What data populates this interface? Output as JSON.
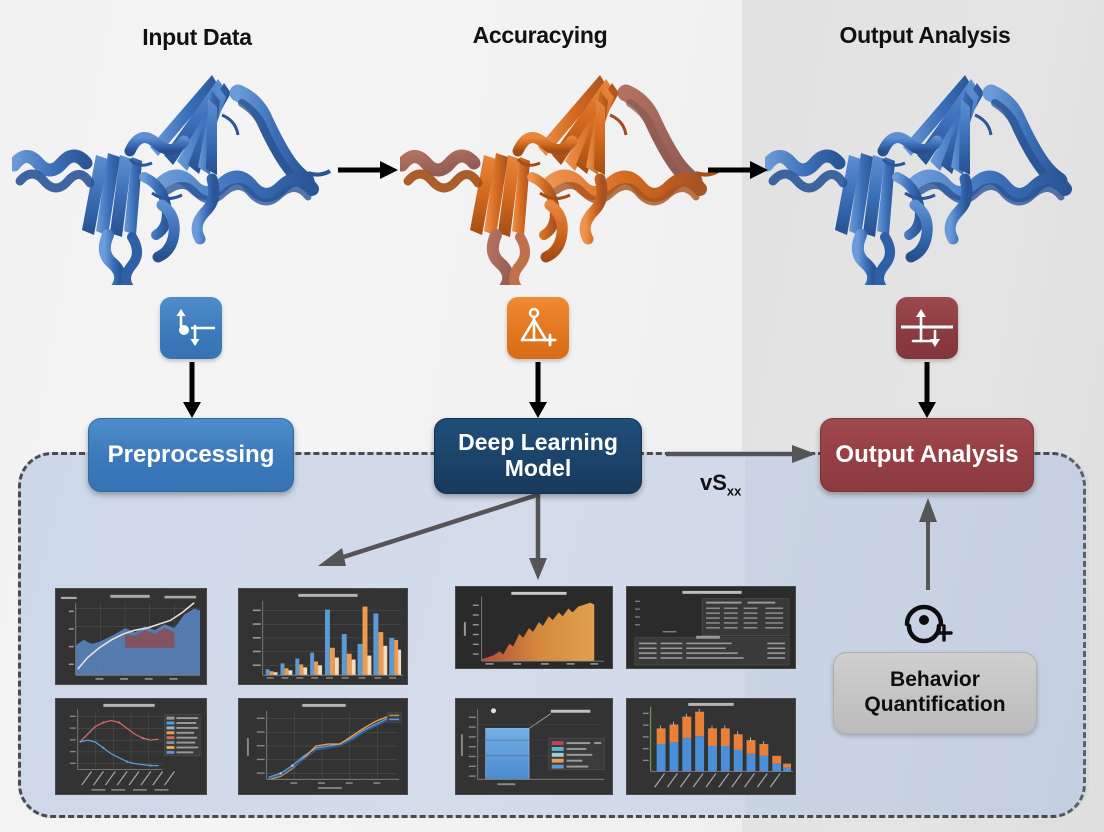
{
  "figure": {
    "type": "pipeline-diagram",
    "columns": [
      {
        "title": "Input Data",
        "accent": "#3b79ba",
        "protein_color": "#3b6fb8"
      },
      {
        "title": "Accuracying",
        "accent": "#e2761f",
        "protein_color": "#d2691e"
      },
      {
        "title": "Output Analysis",
        "accent": "#8b3a3f",
        "protein_color": "#3b6fb8"
      }
    ],
    "badges": [
      {
        "name": "updown-dot-icon",
        "color": "#3b79ba"
      },
      {
        "name": "triangle-plus-icon",
        "color": "#e2761f"
      },
      {
        "name": "split-updown-icon",
        "color": "#8b3a3f"
      }
    ],
    "stages": [
      {
        "label": "Preprocessing",
        "color": "#3b79ba"
      },
      {
        "label": "Deep Learning Model",
        "line1": "Deep Learning",
        "line2": "Model",
        "color": "#1f4e79"
      },
      {
        "label": "Output Analysis",
        "color": "#8b3a3f"
      }
    ],
    "edge_label": {
      "base": "vS",
      "sub": "xx"
    },
    "behavior": {
      "line1": "Behavior",
      "line2": "Quantification",
      "color": "#c4c4c4"
    },
    "container": {
      "style": "dashed",
      "fill": "#ccd7e8",
      "stroke": "#4b4b4b"
    }
  },
  "chart_data": [
    {
      "id": "thumb-1",
      "type": "area",
      "title": "",
      "xlabel": "",
      "ylabel": "",
      "grid": true,
      "series": [
        {
          "name": "area",
          "color": "#5b87c4",
          "values": [
            40,
            34,
            30,
            33,
            31,
            28,
            30,
            27,
            29,
            34,
            38,
            44,
            49,
            52,
            50,
            54,
            56,
            53,
            57,
            56,
            58,
            55,
            57,
            62,
            60,
            58,
            62,
            66,
            72,
            80,
            76,
            86
          ]
        },
        {
          "name": "trend",
          "color": "#e8e2d8",
          "values": [
            10,
            16,
            22,
            28,
            33,
            38,
            42,
            46,
            50,
            53,
            55,
            57,
            58,
            60,
            61,
            62,
            63,
            64,
            64,
            65,
            66,
            67,
            68,
            70,
            72,
            75,
            79,
            83,
            87,
            90,
            93,
            96
          ]
        },
        {
          "name": "overlay",
          "color": "#8d4a4a",
          "values": [
            null,
            null,
            null,
            null,
            28,
            33,
            38,
            44,
            48,
            51,
            53,
            55,
            55,
            56,
            57,
            58,
            57,
            56,
            null,
            null,
            null,
            null,
            null,
            null,
            null,
            null,
            null,
            null,
            null,
            null,
            null,
            null
          ]
        }
      ],
      "ylim": [
        0,
        100
      ]
    },
    {
      "id": "thumb-2",
      "type": "bar",
      "title": "",
      "grid": true,
      "categories": [
        "c1",
        "c2",
        "c3",
        "c4",
        "c5",
        "c6",
        "c7",
        "c8",
        "c9",
        "c10",
        "c11"
      ],
      "series": [
        {
          "name": "blue",
          "color": "#5b9bd5",
          "values": [
            8,
            16,
            22,
            30,
            88,
            55,
            42,
            72,
            85,
            48,
            40
          ]
        },
        {
          "name": "orange",
          "color": "#ed9b4e",
          "values": [
            5,
            9,
            14,
            18,
            36,
            28,
            92,
            30,
            58,
            52,
            33
          ]
        },
        {
          "name": "cream",
          "color": "#f2dcc0",
          "values": [
            3,
            6,
            10,
            13,
            24,
            21,
            26,
            22,
            40,
            36,
            25
          ]
        }
      ],
      "ylim": [
        0,
        100
      ]
    },
    {
      "id": "thumb-3",
      "type": "line",
      "title": "",
      "grid": true,
      "legend": "right",
      "series": [
        {
          "name": "red",
          "color": "#d06a6a",
          "values": [
            38,
            48,
            62,
            70,
            74,
            72,
            68,
            60,
            52,
            46,
            42,
            40,
            39,
            39,
            40,
            41,
            42,
            43
          ]
        },
        {
          "name": "blue",
          "color": "#5b9bd5",
          "values": [
            40,
            44,
            46,
            44,
            38,
            32,
            26,
            22,
            19,
            17,
            16,
            15,
            14,
            14,
            13,
            13,
            12,
            12
          ]
        }
      ],
      "legend_items": [
        "s1",
        "s2",
        "s3",
        "s4",
        "s5",
        "s6",
        "s7",
        "s8"
      ],
      "ylim": [
        0,
        100
      ]
    },
    {
      "id": "thumb-4",
      "type": "line",
      "title": "",
      "grid": true,
      "series": [
        {
          "name": "blue",
          "color": "#5b9bd5",
          "values": [
            6,
            10,
            18,
            30,
            42,
            48,
            50,
            52,
            58,
            66,
            74,
            80,
            84,
            86
          ]
        },
        {
          "name": "orange",
          "color": "#ed9b4e",
          "values": [
            4,
            9,
            20,
            34,
            46,
            52,
            54,
            54,
            60,
            70,
            79,
            85,
            90,
            92
          ]
        },
        {
          "name": "navy",
          "color": "#2f5f9e",
          "values": [
            5,
            8,
            15,
            26,
            38,
            45,
            48,
            50,
            55,
            63,
            71,
            78,
            82,
            84
          ]
        }
      ],
      "ylim": [
        0,
        100
      ]
    },
    {
      "id": "thumb-5",
      "type": "area",
      "title": "",
      "grid": false,
      "series": [
        {
          "name": "cumulative",
          "color": "#e0a050",
          "values": [
            2,
            3,
            4,
            5,
            7,
            8,
            10,
            9,
            12,
            14,
            13,
            18,
            22,
            20,
            28,
            34,
            32,
            40,
            44,
            42,
            50,
            56,
            54,
            62,
            66,
            64,
            70,
            74,
            72,
            78,
            82,
            80,
            84,
            88,
            86,
            90,
            92,
            94
          ]
        }
      ],
      "ylim": [
        0,
        100
      ]
    },
    {
      "id": "thumb-6",
      "type": "table",
      "title": "",
      "columns": [
        "",
        "",
        "",
        ""
      ],
      "rows": [
        [
          "",
          "",
          "",
          ""
        ],
        [
          "",
          "",
          "",
          ""
        ],
        [
          "",
          "",
          "",
          ""
        ],
        [
          "",
          "",
          "",
          ""
        ],
        [
          "",
          "",
          "",
          ""
        ],
        [
          "",
          "",
          "",
          ""
        ]
      ]
    },
    {
      "id": "thumb-7",
      "type": "bar",
      "title": "",
      "grid": true,
      "legend": "right",
      "categories": [
        "v"
      ],
      "series": [
        {
          "name": "value",
          "color": "#5b9bd5",
          "values": [
            78
          ]
        }
      ],
      "legend_items": [
        "l1",
        "l2",
        "l3",
        "l4",
        "l5"
      ],
      "ylim": [
        0,
        100
      ]
    },
    {
      "id": "thumb-8",
      "type": "bar",
      "stacked": true,
      "title": "",
      "grid": false,
      "categories": [
        "b1",
        "b2",
        "b3",
        "b4",
        "b5",
        "b6",
        "b7",
        "b8",
        "b9",
        "b10",
        "b11"
      ],
      "series": [
        {
          "name": "blue",
          "color": "#4a90d9",
          "values": [
            30,
            33,
            40,
            44,
            30,
            30,
            28,
            24,
            22,
            12,
            5
          ]
        },
        {
          "name": "orange",
          "color": "#e8803a",
          "values": [
            22,
            25,
            30,
            34,
            24,
            25,
            20,
            17,
            15,
            8,
            3
          ]
        }
      ],
      "ylim": [
        0,
        85
      ]
    }
  ]
}
